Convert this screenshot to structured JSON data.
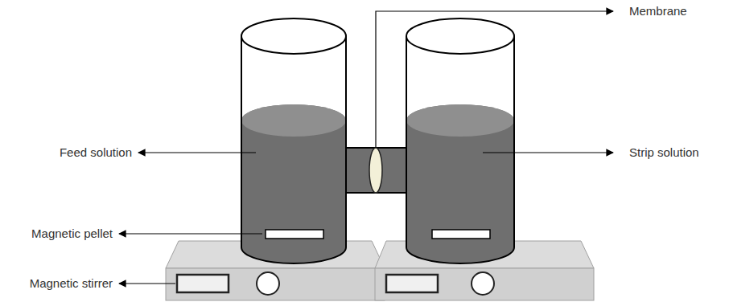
{
  "diagram": {
    "labels": [
      "Membrane",
      "Feed solution",
      "Strip solution",
      "Magnetic pellet",
      "Magnetic stirrer"
    ]
  }
}
